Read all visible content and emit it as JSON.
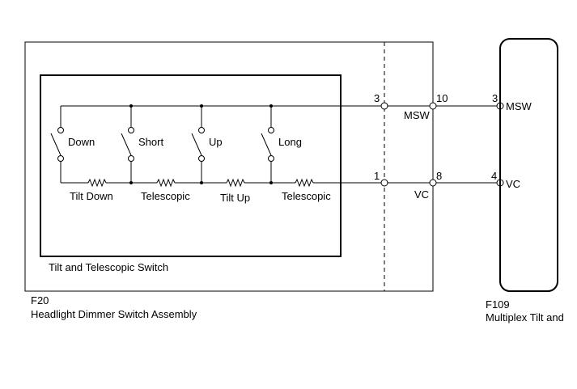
{
  "switches": [
    {
      "label": "Down"
    },
    {
      "label": "Short"
    },
    {
      "label": "Up"
    },
    {
      "label": "Long"
    }
  ],
  "resistors": [
    {
      "label": "Tilt Down"
    },
    {
      "label": "Telescopic"
    },
    {
      "label": "Tilt Up"
    },
    {
      "label": "Telescopic"
    }
  ],
  "inner_box": {
    "label": "Tilt and Telescopic Switch"
  },
  "assembly": {
    "code": "F20",
    "name": "Headlight Dimmer Switch Assembly"
  },
  "ecu": {
    "code": "F109",
    "name": "Multiplex Tilt and"
  },
  "pins": {
    "inner_top": "3",
    "inner_bottom": "1",
    "conn_top": "10",
    "conn_bottom": "8",
    "conn_top_signal": "MSW",
    "conn_bottom_signal": "VC",
    "ecu_top": "3",
    "ecu_bottom": "4",
    "ecu_top_signal": "MSW",
    "ecu_bottom_signal": "VC"
  }
}
